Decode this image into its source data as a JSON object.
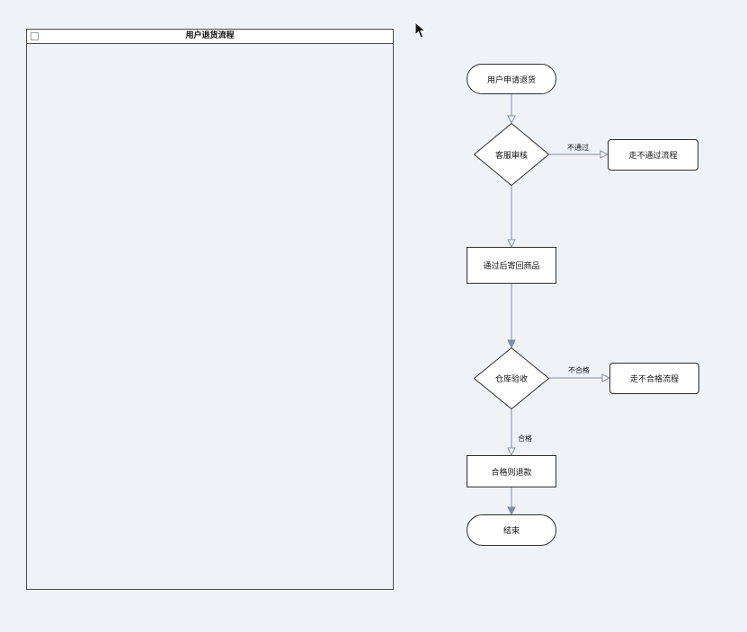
{
  "pool": {
    "title": "用户退货流程"
  },
  "nodes": {
    "start": "用户申请退货",
    "review": "客服审核",
    "reject_flow": "走不通过流程",
    "ship_back": "通过后寄回商品",
    "inspect": "仓库验收",
    "unqualified_flow": "走不合格流程",
    "refund": "合格则退款",
    "end": "结束"
  },
  "edges": {
    "review_reject": "不通过",
    "inspect_unqualified": "不合格",
    "inspect_qualified": "合格"
  },
  "colors": {
    "connector": "#7f8ca0",
    "shape_border": "#2e2e2e",
    "canvas": "#eff3f7"
  }
}
